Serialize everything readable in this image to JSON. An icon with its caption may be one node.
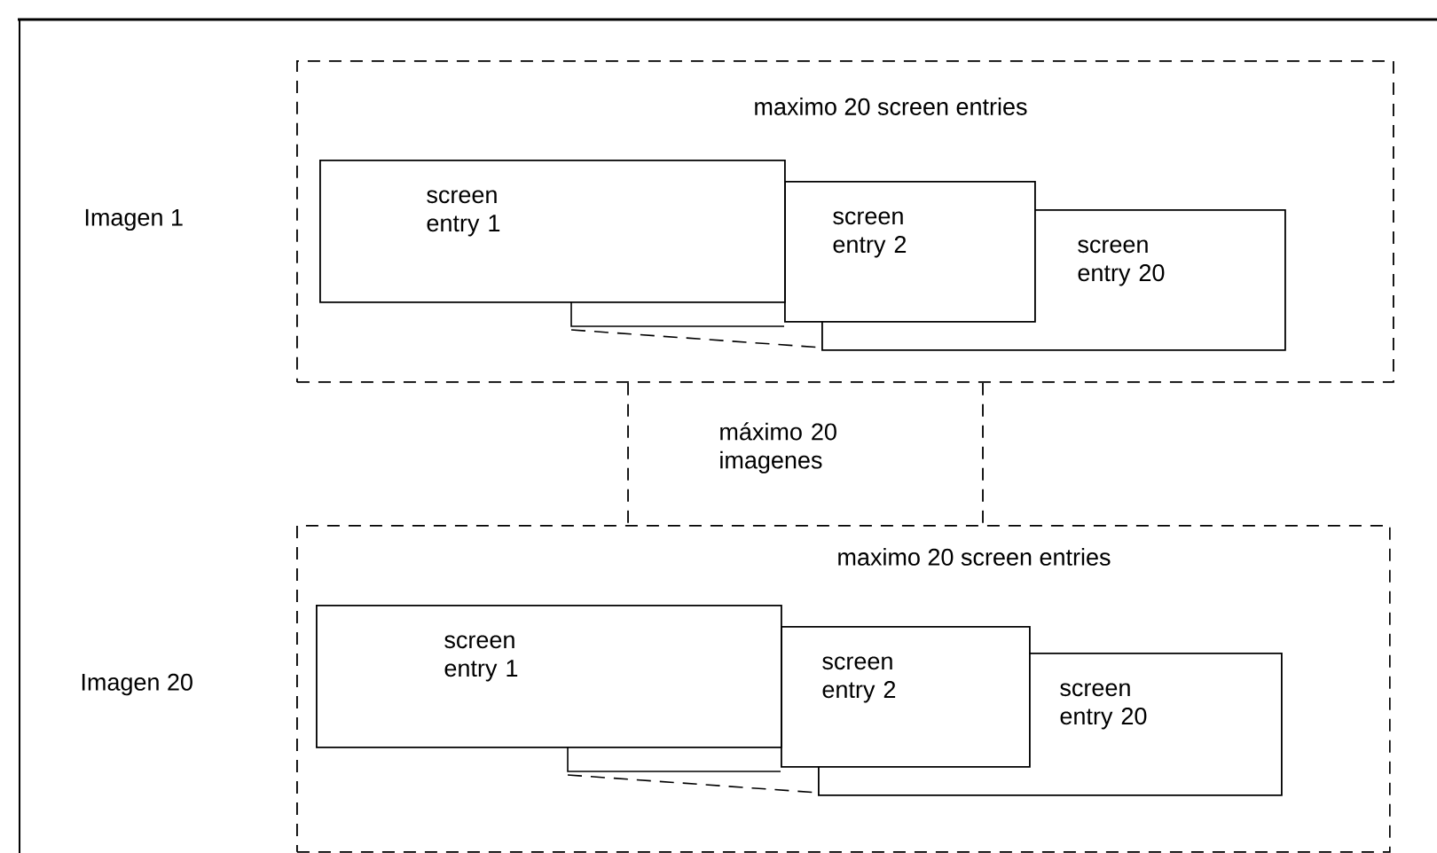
{
  "diagram": {
    "nodes": [
      {
        "text": [
          "maximo 20 screen entries"
        ]
      },
      {
        "text": [
          "screen entry 1"
        ],
        "in": 0
      },
      {
        "text": [
          "screen entry 2"
        ],
        "in": 0
      },
      {
        "text": [
          "screen entry 20"
        ],
        "in": 0
      },
      {
        "text": [
          "maximo 20 screen entries"
        ]
      },
      {
        "text": [
          "screen entry 1"
        ],
        "in": 4
      },
      {
        "text": [
          "screen entry 2"
        ],
        "in": 4
      },
      {
        "text": [
          "screen entry 20"
        ],
        "in": 4
      }
    ],
    "edges": [
      {
        "from": 0,
        "to": 4,
        "arrow": "none",
        "style": "dashed"
      },
      {
        "from": 0,
        "to": 4,
        "arrow": "none",
        "style": "dashed"
      }
    ],
    "labels": [
      "Imagen 1",
      "máximo 20 imagenes",
      "Imagen 20"
    ]
  }
}
